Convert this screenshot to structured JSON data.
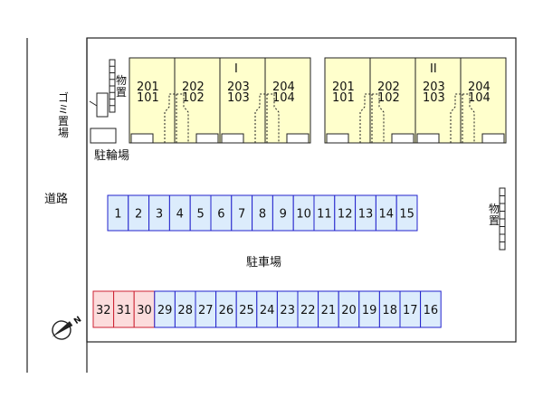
{
  "road_label": "道路",
  "parking_label": "駐車場",
  "bike_parking_label": "駐輪場",
  "garbage_label": "ゴミ置場",
  "storage_label": "物置",
  "buildings": [
    {
      "name": "I",
      "units": [
        {
          "top": "201",
          "bottom": "101"
        },
        {
          "top": "202",
          "bottom": "102"
        },
        {
          "top": "203",
          "bottom": "103"
        },
        {
          "top": "204",
          "bottom": "104"
        }
      ]
    },
    {
      "name": "II",
      "units": [
        {
          "top": "201",
          "bottom": "101"
        },
        {
          "top": "202",
          "bottom": "102"
        },
        {
          "top": "203",
          "bottom": "103"
        },
        {
          "top": "204",
          "bottom": "104"
        }
      ]
    }
  ],
  "parking_top_row": [
    "1",
    "2",
    "3",
    "4",
    "5",
    "6",
    "7",
    "8",
    "9",
    "10",
    "11",
    "12",
    "13",
    "14",
    "15"
  ],
  "parking_bottom_row": [
    "32",
    "31",
    "30",
    "29",
    "28",
    "27",
    "26",
    "25",
    "24",
    "23",
    "22",
    "21",
    "20",
    "19",
    "18",
    "17",
    "16"
  ],
  "highlighted_spaces": [
    "32",
    "31",
    "30"
  ],
  "compass_label": "N",
  "colors": {
    "building_fill": "#ffffcc",
    "parking_fill": "#dcecfc",
    "parking_stroke": "#2222cc",
    "highlight_fill": "#fcdcdc",
    "highlight_stroke": "#cc2233",
    "line": "#222222"
  }
}
